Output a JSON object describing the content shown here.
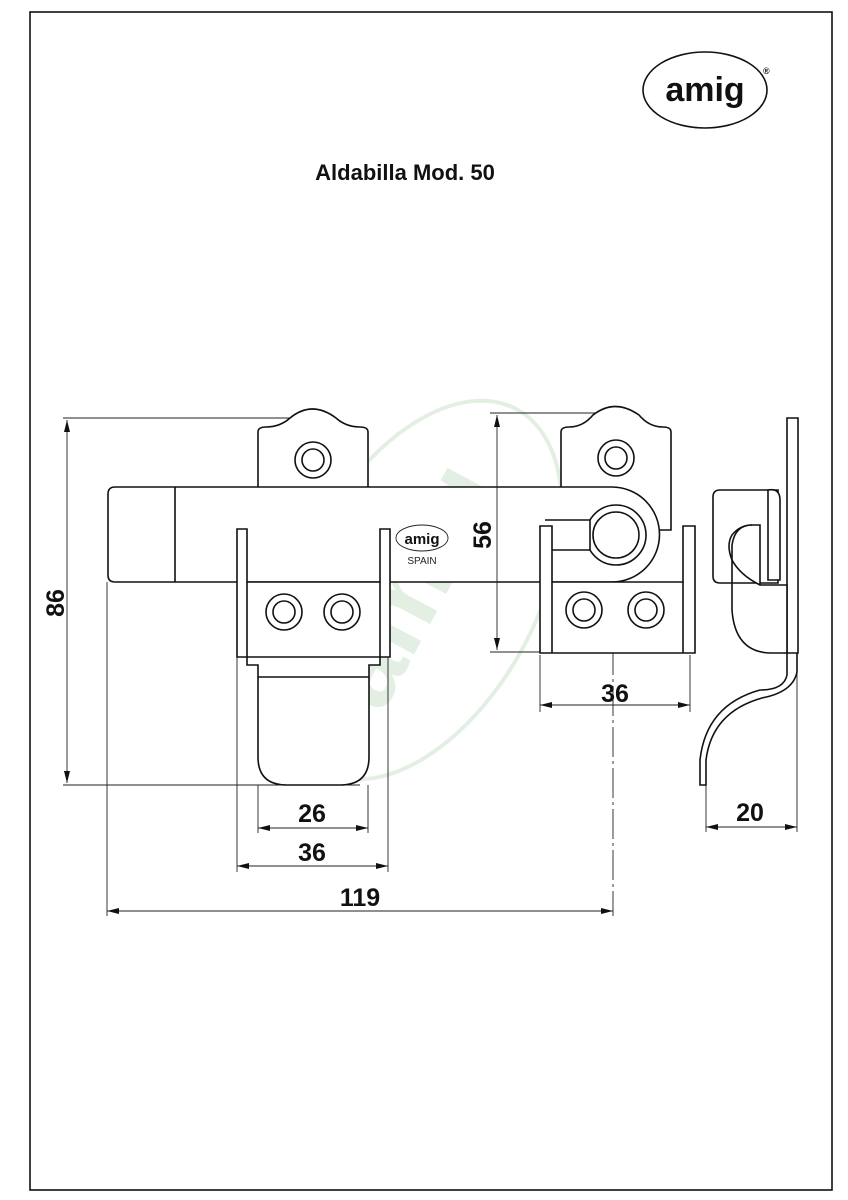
{
  "title": "Aldabilla Mod. 50",
  "logo": {
    "text": "amig",
    "registered": "®"
  },
  "stamp": {
    "text": "amig",
    "country": "SPAIN"
  },
  "watermark": {
    "text": "amig",
    "color": "#cfe3cf"
  },
  "dimensions": {
    "overall_height": "86",
    "plate_height": "56",
    "keeper_width_right": "36",
    "tab_width": "26",
    "keeper_width_left": "36",
    "overall_length": "119",
    "depth": "20"
  }
}
